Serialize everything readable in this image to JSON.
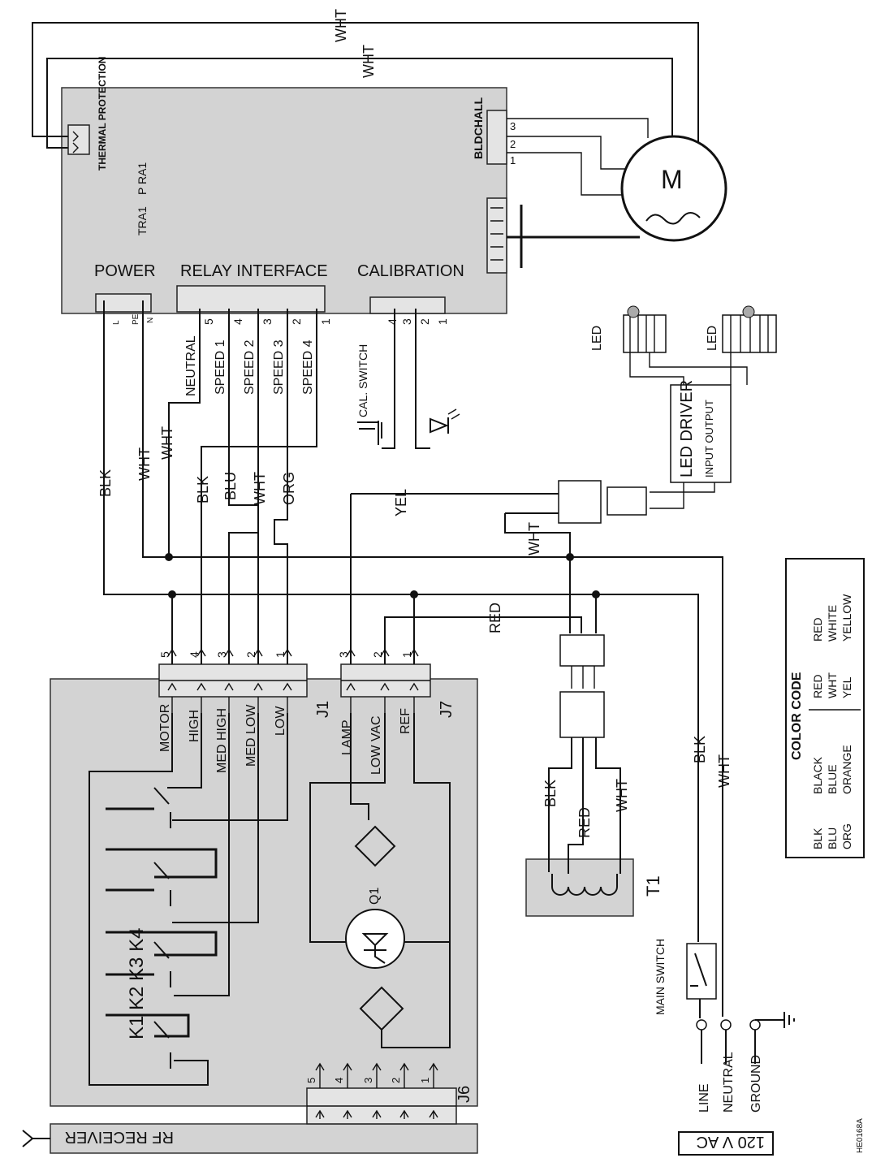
{
  "diagram": {
    "figure_code": "HE0168A",
    "board": {
      "thermal_protection": "THERMAL PROTECTION",
      "pra1": "P RA1",
      "tra1": "TRA1",
      "bldc_hall": "BLDCHALL",
      "power": "POWER",
      "relay_interface": "RELAY INTERFACE",
      "calibration": "CALIBRATION",
      "power_pins": [
        "L",
        "PE",
        "N"
      ],
      "relay_pins": [
        "5",
        "4",
        "3",
        "2",
        "1"
      ],
      "cal_pins": [
        "4",
        "3",
        "2",
        "1"
      ],
      "hall_pins": [
        "3",
        "2",
        "1"
      ]
    },
    "motor": "M",
    "wires": {
      "wht_top1": "WHT",
      "wht_top2": "WHT",
      "blk_power": "BLK",
      "wht_power": "WHT",
      "wht_neutral": "WHT",
      "blk_motor": "BLK",
      "blu": "BLU",
      "wht_speed": "WHT",
      "org": "ORG",
      "yel": "YEL",
      "wht_led": "WHT",
      "red_ref": "RED",
      "blk_t1": "BLK",
      "red_t1": "RED",
      "wht_t1": "WHT",
      "blk_line": "BLK",
      "wht_neutral_line": "WHT"
    },
    "relay_labels": [
      "NEUTRAL",
      "SPEED 1",
      "SPEED 2",
      "SPEED 3",
      "SPEED 4"
    ],
    "cal_switch": "CAL. SWITCH",
    "led": [
      "LED",
      "LED"
    ],
    "led_driver": "LED DRIVER",
    "input_output": "INPUT OUTPUT",
    "j1": {
      "label": "J1",
      "pins": [
        "5",
        "4",
        "3",
        "2",
        "1"
      ],
      "names": [
        "MOTOR",
        "HIGH",
        "MED HIGH",
        "MED LOW",
        "LOW"
      ]
    },
    "j7": {
      "label": "J7",
      "pins": [
        "3",
        "2",
        "1"
      ],
      "names": [
        "LAMP",
        "LOW VAC",
        "REF"
      ]
    },
    "j6": {
      "label": "J6",
      "pins": [
        "5",
        "4",
        "3",
        "2",
        "1"
      ]
    },
    "relays": "K1 K2 K3 K4",
    "q1": "Q1",
    "t1": "T1",
    "main_switch": "MAIN SWITCH",
    "supply": [
      "LINE",
      "NEUTRAL",
      "GROUND"
    ],
    "vac": "120 V AC",
    "rf_receiver": "RF RECEIVER",
    "color_code": {
      "title": "COLOR CODE",
      "abbr": [
        "BLK",
        "BLU",
        "ORG",
        "RED",
        "WHT",
        "YEL"
      ],
      "names": [
        "BLACK",
        "BLUE",
        "ORANGE",
        "RED",
        "WHITE",
        "YELLOW"
      ]
    }
  }
}
